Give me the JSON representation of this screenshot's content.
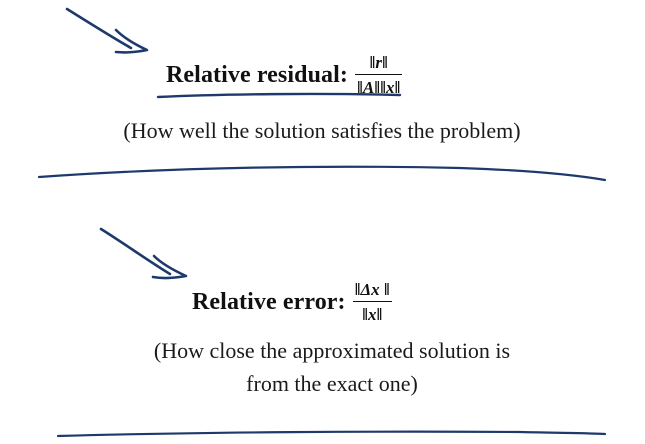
{
  "residual": {
    "label": "Relative residual:",
    "numerator": "‖r‖",
    "denominator": "‖A‖‖x‖",
    "description": "(How well the solution satisfies the problem)"
  },
  "error": {
    "label": "Relative error:",
    "numerator": "‖Δx ‖",
    "denominator": "‖x‖",
    "description_lines": [
      "(How close the approximated solution is",
      "from the exact one)"
    ]
  },
  "colors": {
    "ink": "#1e3a6d",
    "text": "#111111",
    "background": "#ffffff"
  }
}
